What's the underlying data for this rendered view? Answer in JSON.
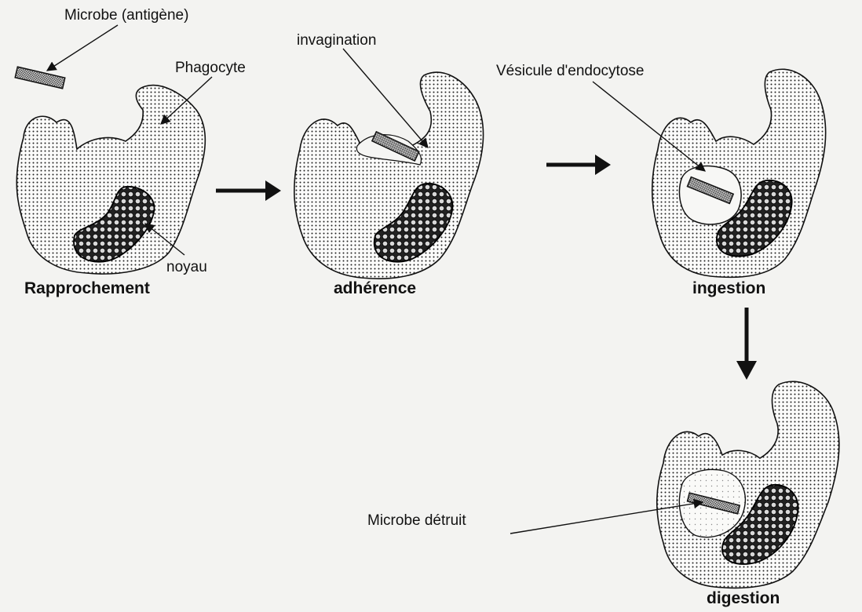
{
  "labels": {
    "microbe": "Microbe (antigène)",
    "phagocyte": "Phagocyte",
    "noyau": "noyau",
    "invagination": "invagination",
    "vesicule": "Vésicule d'endocytose",
    "microbe_detruit": "Microbe détruit"
  },
  "steps": {
    "rapprochement": "Rapprochement",
    "adherence": "adhérence",
    "ingestion": "ingestion",
    "digestion": "digestion"
  }
}
